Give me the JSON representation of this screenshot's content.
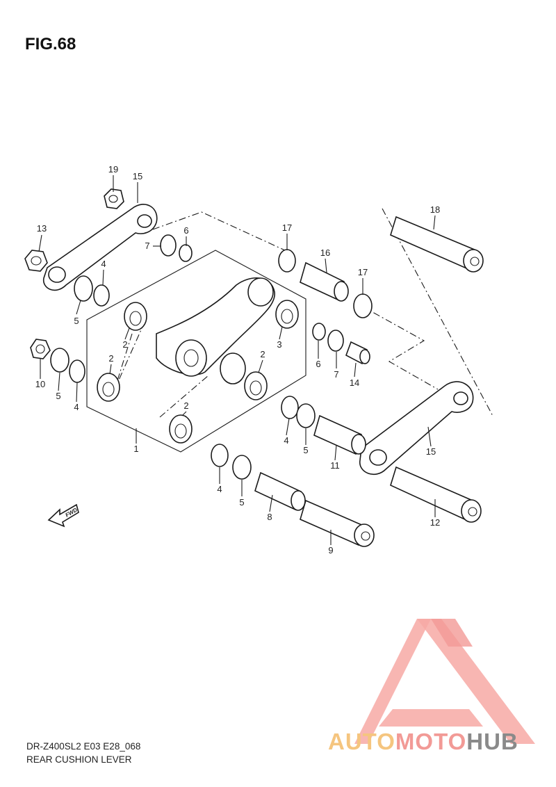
{
  "figure": {
    "title": "FIG.68"
  },
  "callouts": [
    {
      "id": "c19",
      "text": "19"
    },
    {
      "id": "c15a",
      "text": "15"
    },
    {
      "id": "c13",
      "text": "13"
    },
    {
      "id": "c6a",
      "text": "6"
    },
    {
      "id": "c7a",
      "text": "7"
    },
    {
      "id": "c4a",
      "text": "4"
    },
    {
      "id": "c5a",
      "text": "5"
    },
    {
      "id": "c17a",
      "text": "17"
    },
    {
      "id": "c16",
      "text": "16"
    },
    {
      "id": "c17b",
      "text": "17"
    },
    {
      "id": "c18",
      "text": "18"
    },
    {
      "id": "c2a",
      "text": "2"
    },
    {
      "id": "c3",
      "text": "3"
    },
    {
      "id": "c2b",
      "text": "2"
    },
    {
      "id": "c2c",
      "text": "2"
    },
    {
      "id": "c6b",
      "text": "6"
    },
    {
      "id": "c7b",
      "text": "7"
    },
    {
      "id": "c14",
      "text": "14"
    },
    {
      "id": "c10",
      "text": "10"
    },
    {
      "id": "c5b",
      "text": "5"
    },
    {
      "id": "c4b",
      "text": "4"
    },
    {
      "id": "c2d",
      "text": "2"
    },
    {
      "id": "c1",
      "text": "1"
    },
    {
      "id": "c4c",
      "text": "4"
    },
    {
      "id": "c5c",
      "text": "5"
    },
    {
      "id": "c11",
      "text": "11"
    },
    {
      "id": "c15b",
      "text": "15"
    },
    {
      "id": "c4d",
      "text": "4"
    },
    {
      "id": "c5d",
      "text": "5"
    },
    {
      "id": "c8",
      "text": "8"
    },
    {
      "id": "c9",
      "text": "9"
    },
    {
      "id": "c12",
      "text": "12"
    }
  ],
  "fwd_label": "FWD",
  "footer": {
    "code": "DR-Z400SL2 E03 E28_068",
    "caption": "REAR CUSHION LEVER"
  },
  "watermark": {
    "part1": "AUTO",
    "part2": "MOTO",
    "part3": "HUB",
    "colors": {
      "gold": "#f5c57f",
      "pink": "#f29a96",
      "gray": "#8a8a8a"
    }
  }
}
